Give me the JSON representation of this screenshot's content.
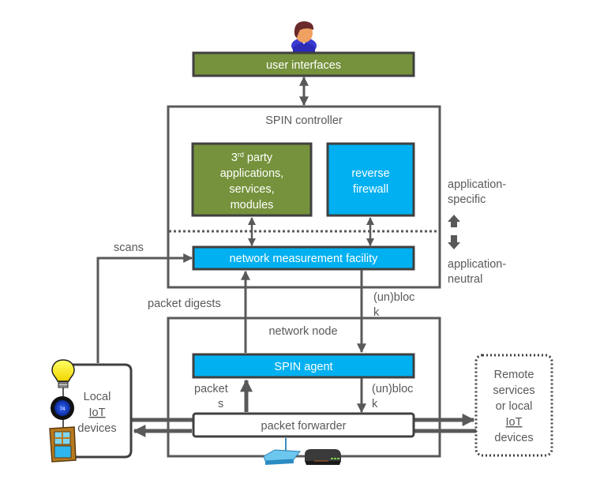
{
  "colors": {
    "green": "#76923c",
    "blue": "#00b0f0",
    "line": "#595959",
    "text": "#595959"
  },
  "user_interfaces": {
    "label": "user interfaces",
    "icon": "user-icon"
  },
  "spin_controller": {
    "title": "SPIN controller",
    "third_party": {
      "line1_base": "3",
      "line1_sup": "rd",
      "line1_rest": " party",
      "line2": "applications,",
      "line3": "services,",
      "line4": "modules"
    },
    "reverse_firewall": {
      "line1": "reverse",
      "line2": "firewall"
    },
    "network_measurement": "network measurement facility"
  },
  "layers": {
    "specific_line1": "application-",
    "specific_line2": "specific",
    "neutral_line1": "application-",
    "neutral_line2": "neutral"
  },
  "edges": {
    "scans": "scans",
    "packet_digests": "packet digests",
    "unblock_upper_line1": "(un)bloc",
    "unblock_upper_line2": "k",
    "packets_line1": "packet",
    "packets_line2": "s",
    "unblock_lower_line1": "(un)bloc",
    "unblock_lower_line2": "k"
  },
  "network_node": {
    "title": "network node",
    "spin_agent": "SPIN agent",
    "packet_forwarder": "packet forwarder",
    "device_icons": [
      "router-icon",
      "modem-icon"
    ]
  },
  "local_iot": {
    "line1": "Local",
    "line2": "IoT",
    "line3": "devices",
    "icons": [
      "lightbulb-icon",
      "thermostat-icon",
      "window-icon"
    ]
  },
  "remote": {
    "line1": "Remote",
    "line2": "services",
    "line3": "or local",
    "line4": "IoT",
    "line5": "devices"
  }
}
